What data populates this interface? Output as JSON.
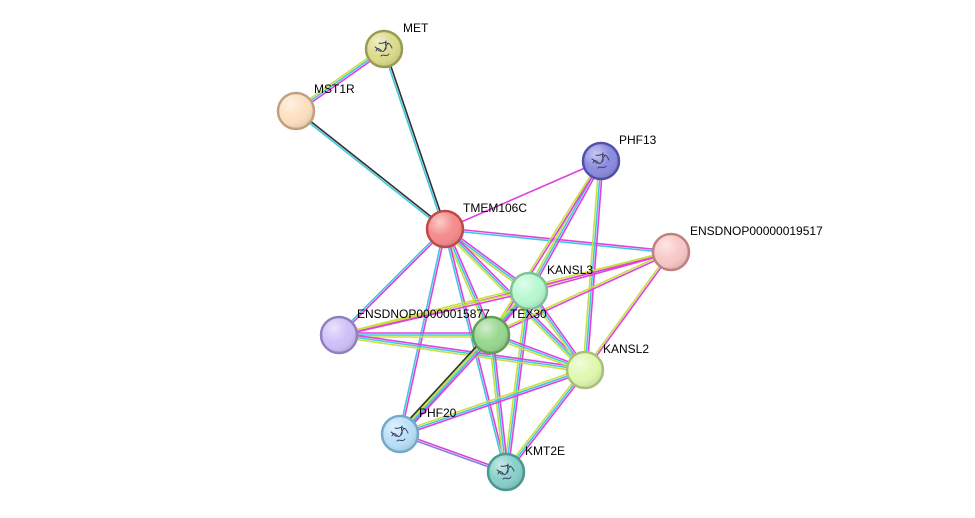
{
  "network": {
    "nodes": [
      {
        "id": "MET",
        "label": "MET",
        "color": "#dcdc8c",
        "stroke": "#9a9a50",
        "has_structure": true
      },
      {
        "id": "MST1R",
        "label": "MST1R",
        "color": "#fde0c0",
        "stroke": "#c0a080",
        "has_structure": false
      },
      {
        "id": "PHF13",
        "label": "PHF13",
        "color": "#8c8ce0",
        "stroke": "#5050a8",
        "has_structure": true
      },
      {
        "id": "TMEM106C",
        "label": "TMEM106C",
        "color": "#f58c8c",
        "stroke": "#c04848",
        "has_structure": false
      },
      {
        "id": "ENSDNOP00000019517",
        "label": "ENSDNOP00000019517",
        "color": "#f8c8c8",
        "stroke": "#c08080",
        "has_structure": false
      },
      {
        "id": "KANSL3",
        "label": "KANSL3",
        "color": "#b8f8d0",
        "stroke": "#80c098",
        "has_structure": false
      },
      {
        "id": "ENSDNOP00000015877",
        "label": "ENSDNOP00000015877",
        "color": "#d0c0f8",
        "stroke": "#9080c0",
        "has_structure": false
      },
      {
        "id": "TEX30",
        "label": "TEX30",
        "color": "#98d890",
        "stroke": "#60a058",
        "has_structure": false
      },
      {
        "id": "KANSL2",
        "label": "KANSL2",
        "color": "#e0f8b0",
        "stroke": "#a8c078",
        "has_structure": false
      },
      {
        "id": "PHF20",
        "label": "PHF20",
        "color": "#b8e0f8",
        "stroke": "#78a8c8",
        "has_structure": true
      },
      {
        "id": "KMT2E",
        "label": "KMT2E",
        "color": "#88d0c8",
        "stroke": "#4a9890",
        "has_structure": true
      }
    ],
    "edges": [
      {
        "a": "MET",
        "b": "MST1R",
        "colors": [
          "#e040e0",
          "#40c8e0",
          "#c8e040"
        ]
      },
      {
        "a": "MET",
        "b": "TMEM106C",
        "colors": [
          "#303030",
          "#40c8e0"
        ]
      },
      {
        "a": "MST1R",
        "b": "TMEM106C",
        "colors": [
          "#303030",
          "#40c8e0"
        ]
      },
      {
        "a": "TMEM106C",
        "b": "PHF13",
        "colors": [
          "#e040e0"
        ]
      },
      {
        "a": "TMEM106C",
        "b": "ENSDNOP00000019517",
        "colors": [
          "#e040e0",
          "#40c8e0"
        ]
      },
      {
        "a": "TMEM106C",
        "b": "KANSL3",
        "colors": [
          "#e040e0",
          "#40c8e0",
          "#c8e040"
        ]
      },
      {
        "a": "TMEM106C",
        "b": "ENSDNOP00000015877",
        "colors": [
          "#e040e0",
          "#40c8e0"
        ]
      },
      {
        "a": "TMEM106C",
        "b": "TEX30",
        "colors": [
          "#e040e0",
          "#40c8e0",
          "#c8e040"
        ]
      },
      {
        "a": "TMEM106C",
        "b": "KANSL2",
        "colors": [
          "#e040e0",
          "#40c8e0",
          "#c8e040"
        ]
      },
      {
        "a": "TMEM106C",
        "b": "PHF20",
        "colors": [
          "#e040e0",
          "#40c8e0"
        ]
      },
      {
        "a": "TMEM106C",
        "b": "KMT2E",
        "colors": [
          "#e040e0",
          "#40c8e0"
        ]
      },
      {
        "a": "PHF13",
        "b": "KANSL3",
        "colors": [
          "#e040e0",
          "#40c8e0",
          "#c8e040"
        ]
      },
      {
        "a": "PHF13",
        "b": "TEX30",
        "colors": [
          "#e040e0",
          "#c8e040"
        ]
      },
      {
        "a": "PHF13",
        "b": "KANSL2",
        "colors": [
          "#e040e0",
          "#40c8e0",
          "#c8e040"
        ]
      },
      {
        "a": "ENSDNOP00000019517",
        "b": "KANSL3",
        "colors": [
          "#e040e0",
          "#c8e040"
        ]
      },
      {
        "a": "ENSDNOP00000019517",
        "b": "TEX30",
        "colors": [
          "#e040e0",
          "#c8e040"
        ]
      },
      {
        "a": "ENSDNOP00000019517",
        "b": "KANSL2",
        "colors": [
          "#e040e0",
          "#c8e040"
        ]
      },
      {
        "a": "ENSDNOP00000019517",
        "b": "ENSDNOP00000015877",
        "colors": [
          "#e040e0",
          "#c8e040"
        ]
      },
      {
        "a": "KANSL3",
        "b": "ENSDNOP00000015877",
        "colors": [
          "#e040e0",
          "#c8e040"
        ]
      },
      {
        "a": "KANSL3",
        "b": "TEX30",
        "colors": [
          "#e040e0",
          "#40c8e0",
          "#c8e040"
        ]
      },
      {
        "a": "KANSL3",
        "b": "KANSL2",
        "colors": [
          "#e040e0",
          "#40c8e0",
          "#c8e040"
        ]
      },
      {
        "a": "KANSL3",
        "b": "PHF20",
        "colors": [
          "#e040e0",
          "#40c8e0",
          "#c8e040"
        ]
      },
      {
        "a": "KANSL3",
        "b": "KMT2E",
        "colors": [
          "#e040e0",
          "#40c8e0",
          "#c8e040"
        ]
      },
      {
        "a": "ENSDNOP00000015877",
        "b": "TEX30",
        "colors": [
          "#e040e0",
          "#40c8e0",
          "#c8e040"
        ]
      },
      {
        "a": "ENSDNOP00000015877",
        "b": "KANSL2",
        "colors": [
          "#e040e0",
          "#40c8e0",
          "#c8e040"
        ]
      },
      {
        "a": "TEX30",
        "b": "KANSL2",
        "colors": [
          "#e040e0",
          "#40c8e0",
          "#c8e040"
        ]
      },
      {
        "a": "TEX30",
        "b": "PHF20",
        "colors": [
          "#e040e0",
          "#40c8e0",
          "#c8e040",
          "#303030"
        ]
      },
      {
        "a": "TEX30",
        "b": "KMT2E",
        "colors": [
          "#e040e0",
          "#40c8e0",
          "#c8e040"
        ]
      },
      {
        "a": "KANSL2",
        "b": "PHF20",
        "colors": [
          "#e040e0",
          "#40c8e0",
          "#c8e040"
        ]
      },
      {
        "a": "KANSL2",
        "b": "KMT2E",
        "colors": [
          "#e040e0",
          "#40c8e0",
          "#c8e040"
        ]
      },
      {
        "a": "PHF20",
        "b": "KMT2E",
        "colors": [
          "#e040e0",
          "#8080e0"
        ]
      }
    ]
  }
}
